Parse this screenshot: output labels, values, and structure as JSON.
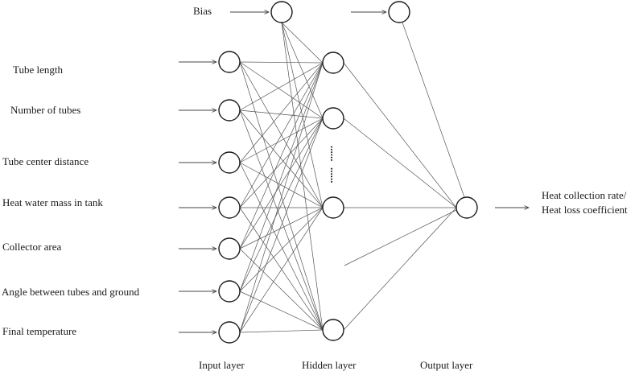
{
  "inputs": [
    "Tube length",
    "Number of tubes",
    "Tube center distance",
    "Heat water mass in tank",
    "Collector area",
    "Angle between tubes and ground",
    "Final temperature"
  ],
  "bias_label": "Bias",
  "output_label": [
    "Heat collection rate/",
    "Heat loss coefficient"
  ],
  "layer_labels": {
    "input": "Input layer",
    "hidden": "Hidden layer",
    "output": "Output layer"
  },
  "ellipsis": "......"
}
